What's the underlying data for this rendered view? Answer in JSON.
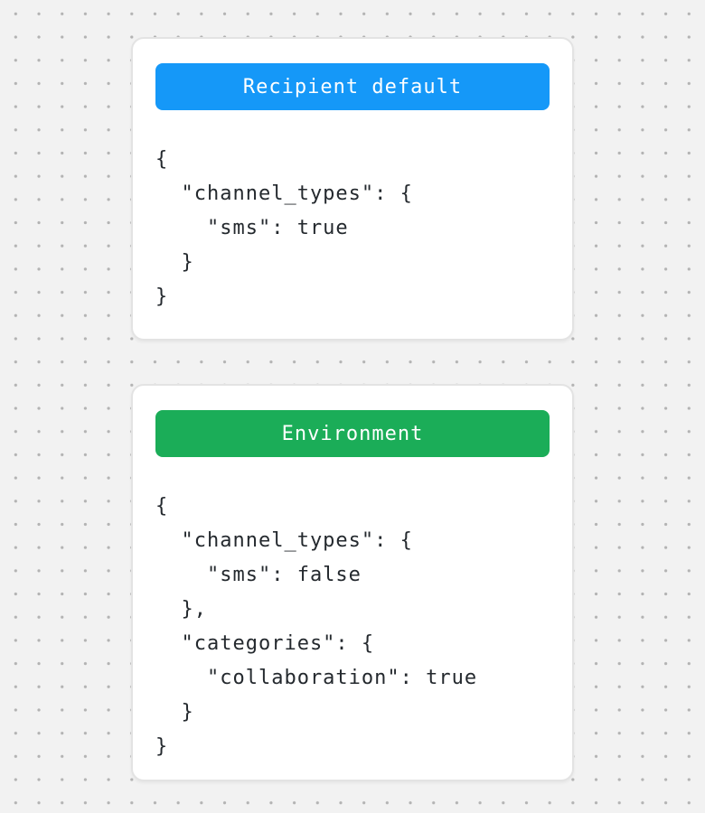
{
  "canvas": {
    "background_color": "#f2f2f2",
    "dot_color": "#b3b3b3"
  },
  "cards": [
    {
      "title": "Recipient default",
      "title_bg_color": "#1598f8",
      "title_text_color": "#ffffff",
      "code_lines": [
        "{",
        "  \"channel_types\": {",
        "    \"sms\": true",
        "  }",
        "}"
      ]
    },
    {
      "title": "Environment",
      "title_bg_color": "#1bad58",
      "title_text_color": "#ffffff",
      "code_lines": [
        "{",
        "  \"channel_types\": {",
        "    \"sms\": false",
        "  },",
        "  \"categories\": {",
        "    \"collaboration\": true",
        "  }",
        "}"
      ]
    }
  ]
}
